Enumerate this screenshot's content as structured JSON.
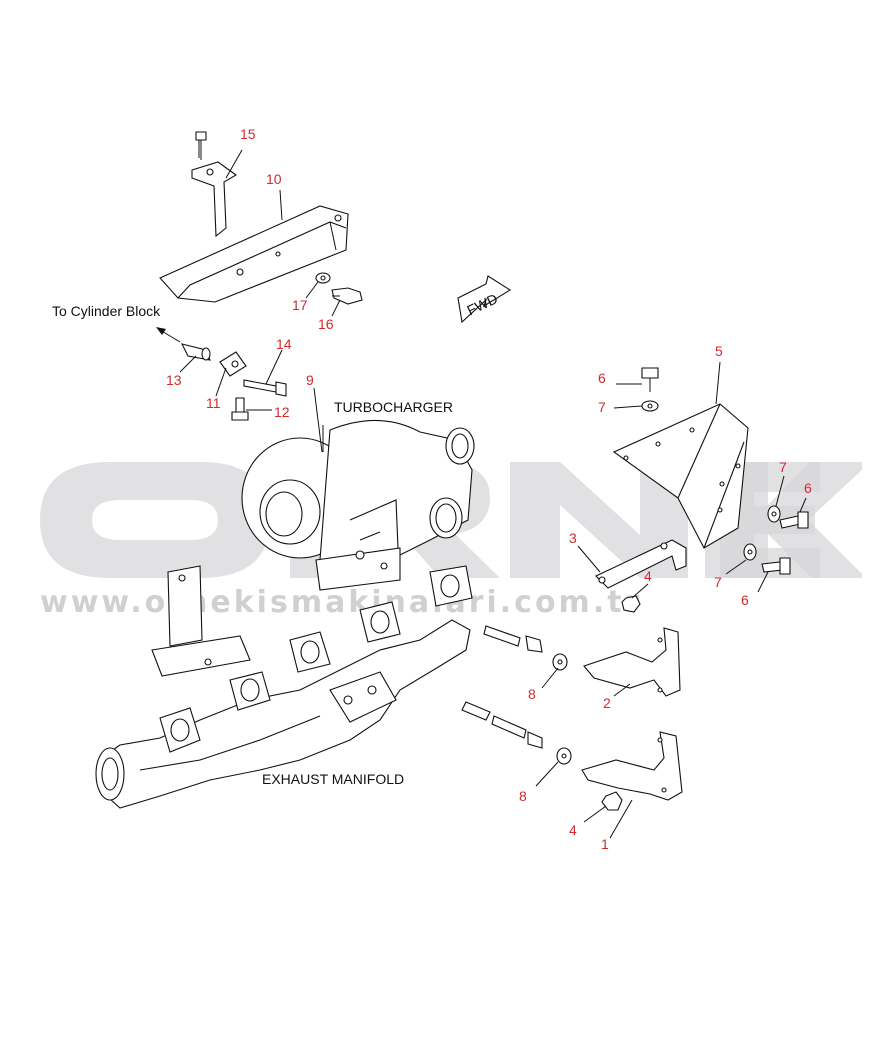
{
  "labels": {
    "to_cylinder_block": "To Cylinder Block",
    "turbocharger": "TURBOCHARGER",
    "exhaust_manifold": "EXHAUST MANIFOLD",
    "fwd": "FWD"
  },
  "callouts": {
    "c1": "1",
    "c2": "2",
    "c3": "3",
    "c4a": "4",
    "c4b": "4",
    "c5": "5",
    "c6a": "6",
    "c6b": "6",
    "c6c": "6",
    "c7a": "7",
    "c7b": "7",
    "c7c": "7",
    "c8a": "8",
    "c8b": "8",
    "c9": "9",
    "c10": "10",
    "c11": "11",
    "c12": "12",
    "c13": "13",
    "c14": "14",
    "c15": "15",
    "c16": "16",
    "c17": "17"
  },
  "watermark": {
    "brand": "ÖRNEK",
    "url": "www.ornekismakinalari.com.tr"
  },
  "colors": {
    "callout": "#d22b2b",
    "watermark": "#d6d6d8",
    "watermark_dots": "#f1dc8a"
  }
}
